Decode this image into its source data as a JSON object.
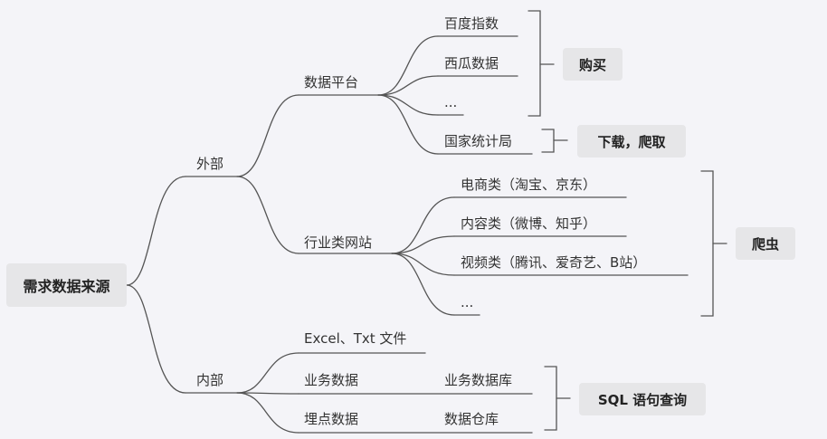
{
  "root": "需求数据来源",
  "branches": {
    "external": "外部",
    "internal": "内部"
  },
  "external": {
    "platform": {
      "label": "数据平台",
      "items": [
        "百度指数",
        "西瓜数据",
        "..."
      ],
      "stats": "国家统计局"
    },
    "industry": {
      "label": "行业类网站",
      "items": [
        "电商类（淘宝、京东）",
        "内容类（微博、知乎）",
        "视频类（腾讯、爱奇艺、B站）",
        "..."
      ]
    }
  },
  "internal": {
    "excel": "Excel、Txt 文件",
    "business": {
      "label": "业务数据",
      "db": "业务数据库"
    },
    "tracking": {
      "label": "埋点数据",
      "db": "数据仓库"
    }
  },
  "tags": {
    "buy": "购买",
    "download": "下载，爬取",
    "crawl": "爬虫",
    "sql": "SQL 语句查询"
  },
  "colors": {
    "background": "#f4f4f8",
    "line": "#555555",
    "tag": "#e6e6e8"
  }
}
